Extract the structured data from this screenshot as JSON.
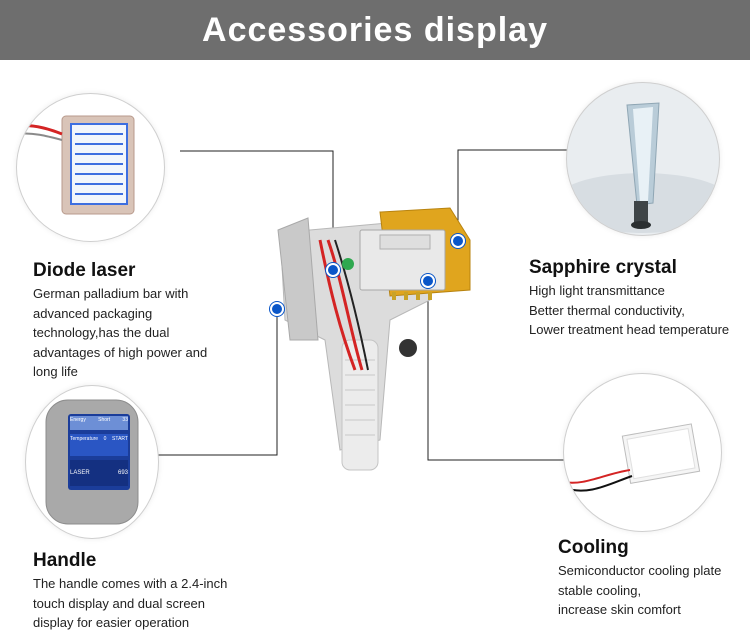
{
  "banner": {
    "title": "Accessories display"
  },
  "sections": {
    "diode": {
      "title": "Diode laser",
      "lines": [
        "German palladium bar with",
        "advanced packaging",
        "technology,has the dual",
        "advantages of high power and",
        "long life"
      ]
    },
    "sapphire": {
      "title": "Sapphire crystal",
      "lines": [
        "High light transmittance",
        "Better thermal conductivity,",
        "Lower treatment head temperature"
      ]
    },
    "handle": {
      "title": "Handle",
      "lines": [
        "The handle comes with a 2.4-inch",
        "touch display and dual screen",
        "display for easier operation"
      ]
    },
    "cooling": {
      "title": "Cooling",
      "lines": [
        "Semiconductor cooling plate",
        "stable cooling,",
        "increase skin comfort"
      ]
    }
  },
  "screen": {
    "row1": [
      "Energy",
      "Short",
      "33"
    ],
    "row2": [
      "Temperature",
      "0",
      "START"
    ],
    "row3": [
      "LASER",
      "693"
    ]
  },
  "colors": {
    "banner": "#6e6e6e",
    "dot": "#0a56c8",
    "device_gold": "#e0a51e",
    "device_shell": "#d8d8d8"
  }
}
